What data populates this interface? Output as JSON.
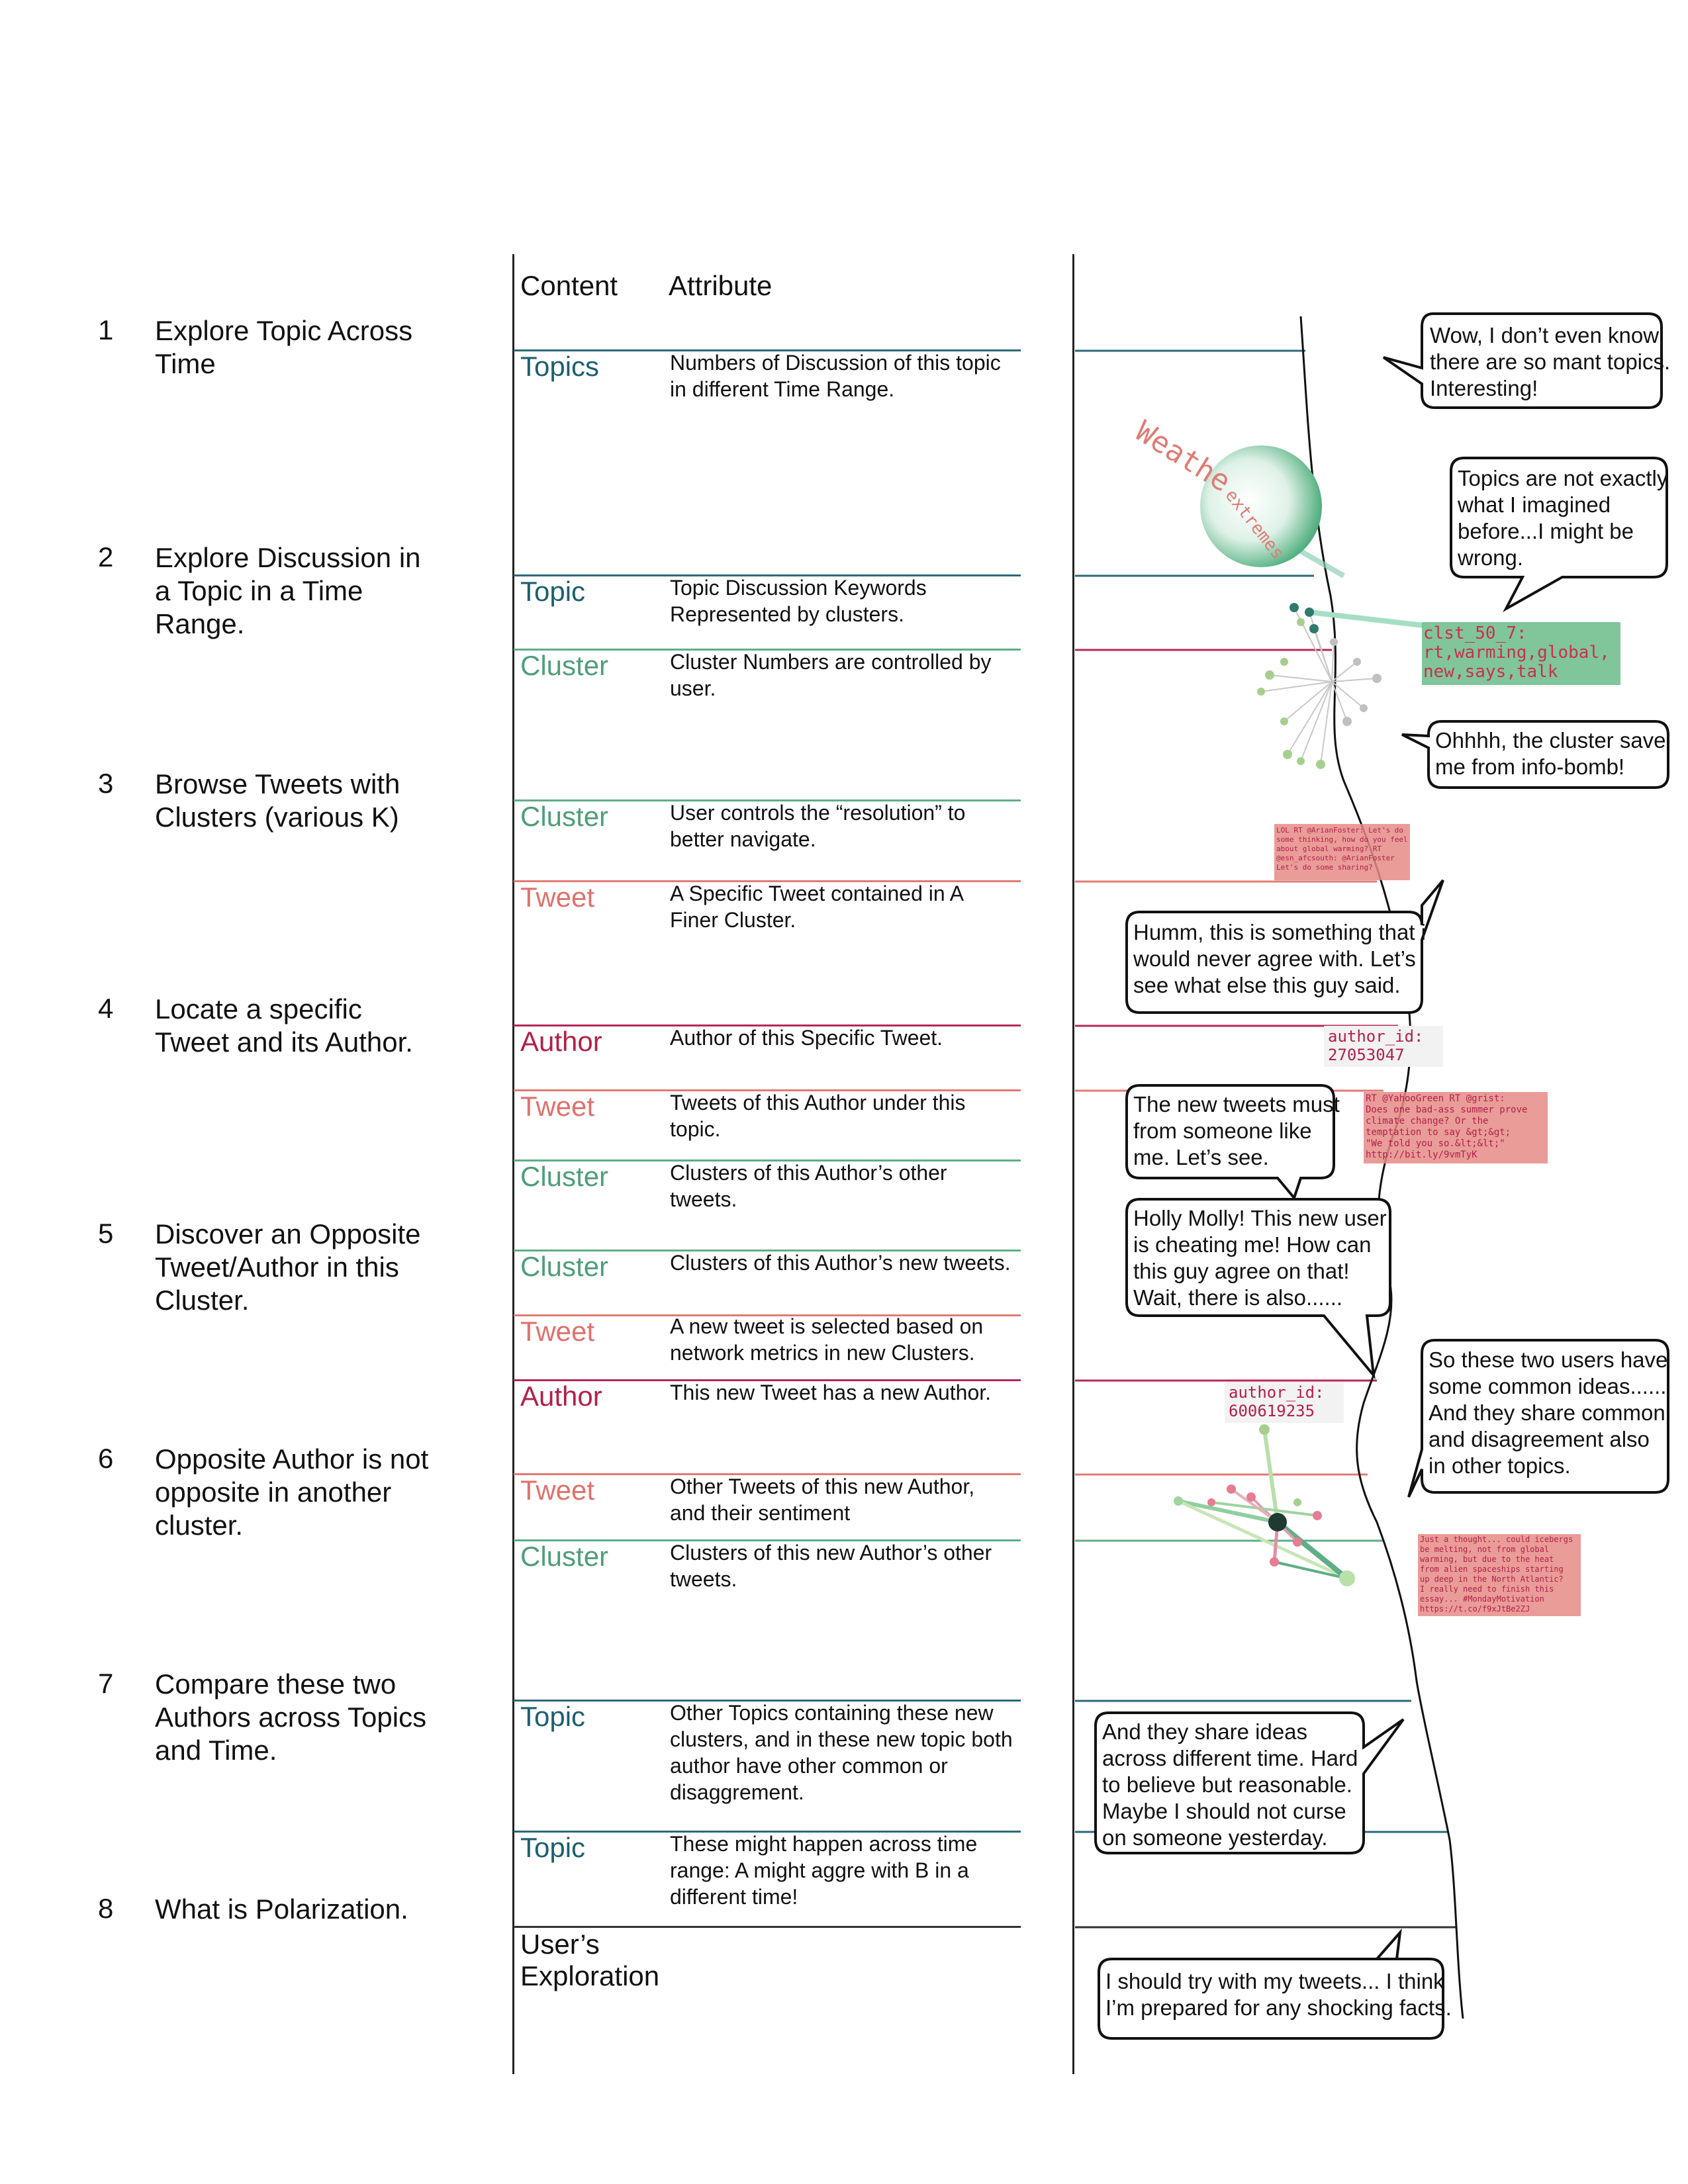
{
  "columns": {
    "content": "Content",
    "attribute": "Attribute"
  },
  "steps": [
    {
      "num": "1",
      "text": "Explore Topic Across Time"
    },
    {
      "num": "2",
      "text": "Explore Discussion in a Topic in a Time Range."
    },
    {
      "num": "3",
      "text": "Browse Tweets with Clusters (various K)"
    },
    {
      "num": "4",
      "text": "Locate a specific Tweet and its Author."
    },
    {
      "num": "5",
      "text": "Discover an Opposite Tweet/Author in this Cluster."
    },
    {
      "num": "6",
      "text": "Opposite Author is not opposite in another cluster."
    },
    {
      "num": "7",
      "text": "Compare these two Authors across Topics and Time."
    },
    {
      "num": "8",
      "text": "What is Polarization."
    }
  ],
  "rows": [
    {
      "content": "Topics",
      "kind": "topic",
      "attribute": "Numbers of Discussion of this topic in different Time Range."
    },
    {
      "content": "Topic",
      "kind": "topic",
      "attribute": "Topic Discussion Keywords Represented by clusters."
    },
    {
      "content": "Cluster",
      "kind": "cluster",
      "attribute": "Cluster Numbers are controlled by user."
    },
    {
      "content": "Cluster",
      "kind": "cluster",
      "attribute": "User controls the “resolution” to better navigate."
    },
    {
      "content": "Tweet",
      "kind": "tweet",
      "attribute": "A Specific Tweet contained in A Finer Cluster."
    },
    {
      "content": "Author",
      "kind": "author",
      "attribute": "Author of this Specific Tweet."
    },
    {
      "content": "Tweet",
      "kind": "tweet",
      "attribute": "Tweets of this Author under this topic."
    },
    {
      "content": "Cluster",
      "kind": "cluster",
      "attribute": "Clusters of this Author’s other tweets."
    },
    {
      "content": "Cluster",
      "kind": "cluster",
      "attribute": "Clusters of this Author’s new tweets."
    },
    {
      "content": "Tweet",
      "kind": "tweet",
      "attribute": "A new tweet is selected based on network metrics in new Clusters."
    },
    {
      "content": "Author",
      "kind": "author",
      "attribute": "This new Tweet has a new Author."
    },
    {
      "content": "Tweet",
      "kind": "tweet",
      "attribute": "Other Tweets of this new Author, and their sentiment"
    },
    {
      "content": "Cluster",
      "kind": "cluster",
      "attribute": "Clusters of this new Author’s other tweets."
    },
    {
      "content": "Topic",
      "kind": "topic",
      "attribute": "Other Topics containing these new clusters, and in these new topic both author have other common or disaggrement."
    },
    {
      "content": "Topic",
      "kind": "topic",
      "attribute": "These might happen across time range: A might aggre with B in a different time!"
    },
    {
      "content": "User’s Exploration",
      "kind": "user",
      "attribute": ""
    }
  ],
  "bubbles": [
    {
      "lines": [
        "Wow, I don’t even know",
        "there are so mant topics.",
        "Interesting!"
      ]
    },
    {
      "lines": [
        "Topics are not exactly",
        "what I imagined",
        "before...I might be",
        "wrong."
      ]
    },
    {
      "lines": [
        "Ohhhh, the cluster save",
        "me from info-bomb!"
      ]
    },
    {
      "lines": [
        "Humm, this is something that i",
        "would never agree with. Let’s",
        "see what else this guy said."
      ]
    },
    {
      "lines": [
        "The new tweets must",
        "from someone like",
        "me. Let’s see."
      ]
    },
    {
      "lines": [
        "Holly Molly! This new user",
        "is cheating me! How can",
        "this guy agree on that!",
        "Wait, there is also......"
      ]
    },
    {
      "lines": [
        "So these two users have",
        "some common ideas......",
        "And they share common",
        "and disagreement also",
        "in other topics."
      ]
    },
    {
      "lines": [
        "And they share ideas",
        "across different time. Hard",
        "to believe but reasonable.",
        "Maybe I should not curse",
        "on someone yesterday."
      ]
    },
    {
      "lines": [
        "I should try with my tweets... I think",
        "I’m prepared for any shocking facts."
      ]
    }
  ],
  "viz": {
    "topic_label": "Weathe",
    "topic_sublabel": "extremes",
    "cluster_box": [
      "clst_50_7:",
      "rt,warming,global,",
      "new,says,talk"
    ],
    "tweet1": [
      "LOL RT @ArianFoster: Let's do",
      "some thinking, how do you feel",
      "about global warming? RT",
      "@esn_afcsouth: @ArianFoster",
      "Let's do some sharing?"
    ],
    "author1": [
      "author_id:",
      "27053047"
    ],
    "tweet2": [
      "RT @YahooGreen RT @grist:",
      "Does one bad-ass summer prove",
      "climate change? Or the",
      "temptation to say &gt;&gt;",
      "\"We told you so.&lt;&lt;\"",
      "http://bit.ly/9vmTyK"
    ],
    "author2": [
      "author_id:",
      "600619235"
    ],
    "tweet3": [
      "Just a thought... could icebergs",
      "be melting, not from global",
      "warming, but due to the heat",
      "from alien spaceships starting",
      "up deep in the North Atlantic?",
      "I really need to finish this",
      "essay... #MondayMotivation",
      "https://t.co/f9xJtBe2ZJ"
    ]
  },
  "colors": {
    "topic": "#1d5f6e",
    "cluster": "#4f9e78",
    "tweet": "#e0716c",
    "author": "#b3204a",
    "tweet_box": "#e58b86",
    "cluster_box": "#6bbb88"
  }
}
